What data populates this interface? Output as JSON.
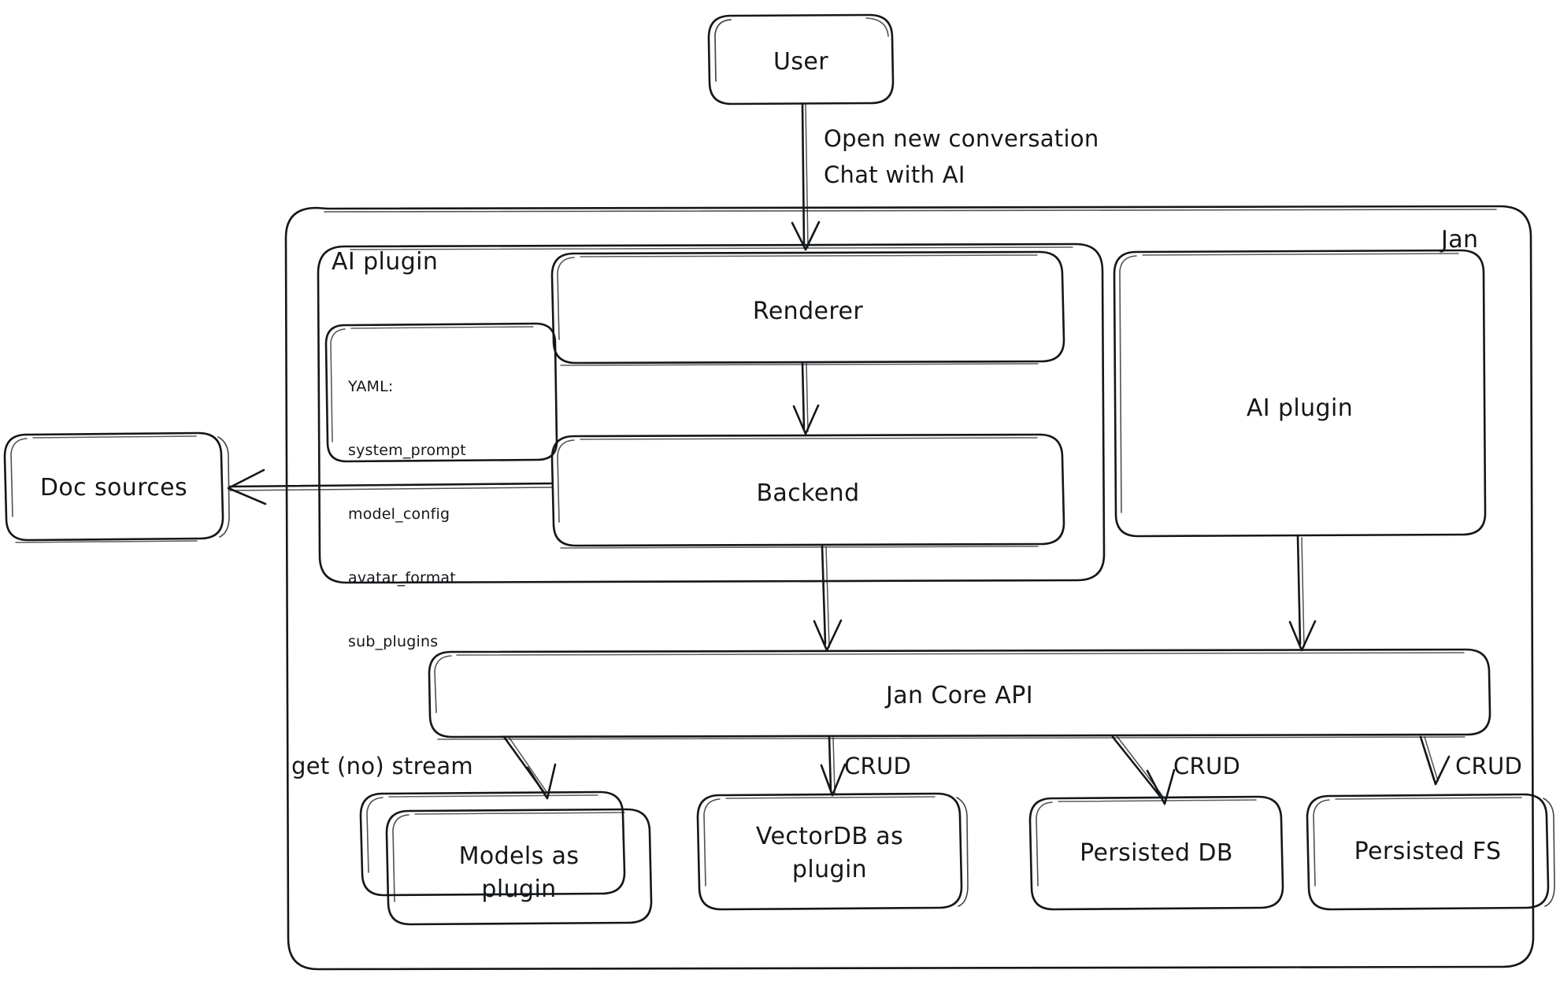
{
  "diagram": {
    "title_hidden": "",
    "stroke_color": "#14171a",
    "fill_color": "#ffffff",
    "containers": [
      {
        "id": "jan",
        "label": "Jan",
        "label_pos": "top-right"
      },
      {
        "id": "ai-plugin-group",
        "label": "AI plugin",
        "label_pos": "top-left"
      }
    ],
    "nodes": [
      {
        "id": "user",
        "label": "User"
      },
      {
        "id": "renderer",
        "label": "Renderer"
      },
      {
        "id": "backend",
        "label": "Backend"
      },
      {
        "id": "ai-plugin-right",
        "label": "AI plugin"
      },
      {
        "id": "doc-sources",
        "label": "Doc sources"
      },
      {
        "id": "jan-core-api",
        "label": "Jan Core API"
      },
      {
        "id": "models-as-plugin",
        "label": "Models as\nplugin",
        "line1": "Models as",
        "line2": "plugin",
        "stacked": true
      },
      {
        "id": "vectordb-as-plugin",
        "label": "VectorDB as\nplugin",
        "line1": "VectorDB as",
        "line2": "plugin",
        "stacked": false
      },
      {
        "id": "persisted-db",
        "label": "Persisted DB"
      },
      {
        "id": "persisted-fs",
        "label": "Persisted FS"
      }
    ],
    "yaml_box": {
      "title": "YAML:",
      "keys": [
        "system_prompt",
        "model_config",
        "avatar_format",
        "sub_plugins"
      ]
    },
    "edges": [
      {
        "id": "user-to-renderer",
        "from": "user",
        "to": "renderer",
        "label_line1": "Open new conversation",
        "label_line2": "Chat with AI"
      },
      {
        "id": "renderer-to-backend",
        "from": "renderer",
        "to": "backend",
        "label": ""
      },
      {
        "id": "backend-to-doc-sources",
        "from": "backend",
        "to": "doc-sources",
        "label": ""
      },
      {
        "id": "backend-to-core",
        "from": "backend",
        "to": "jan-core-api",
        "label": ""
      },
      {
        "id": "aiplugin-to-core",
        "from": "ai-plugin-right",
        "to": "jan-core-api",
        "label": ""
      },
      {
        "id": "core-to-models",
        "from": "jan-core-api",
        "to": "models-as-plugin",
        "label": "get (no) stream"
      },
      {
        "id": "core-to-vectordb",
        "from": "jan-core-api",
        "to": "vectordb-as-plugin",
        "label": "CRUD"
      },
      {
        "id": "core-to-persisted-db",
        "from": "jan-core-api",
        "to": "persisted-db",
        "label": "CRUD"
      },
      {
        "id": "core-to-persisted-fs",
        "from": "jan-core-api",
        "to": "persisted-fs",
        "label": "CRUD"
      }
    ]
  }
}
